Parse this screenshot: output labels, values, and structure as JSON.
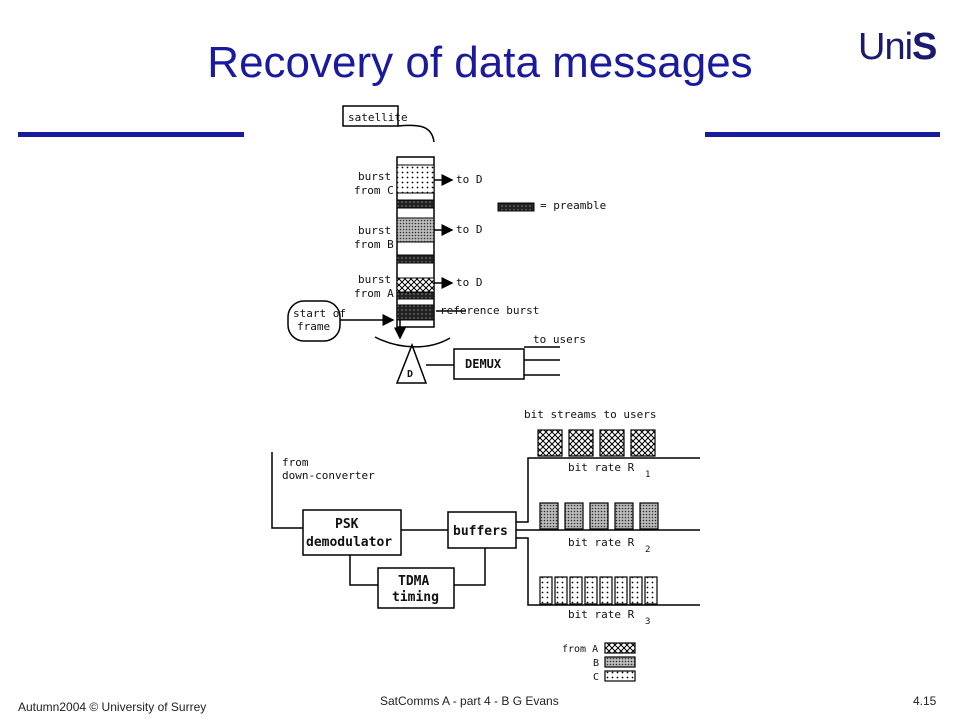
{
  "slide": {
    "title": "Recovery of data messages",
    "logo_text": "Uni",
    "logo_bold": "S"
  },
  "diagram_top": {
    "satellite": "satellite",
    "burst_c_1": "burst",
    "burst_c_2": "from C",
    "burst_b_1": "burst",
    "burst_b_2": "from B",
    "burst_a_1": "burst",
    "burst_a_2": "from A",
    "to_d": "to D",
    "preamble": "= preamble",
    "reference_burst": "reference burst",
    "start_1": "start of",
    "start_2": "frame",
    "d": "D",
    "demux": "DEMUX",
    "to_users": "to users"
  },
  "diagram_bottom": {
    "bit_streams": "bit streams to users",
    "from_1": "from",
    "from_2": "down-converter",
    "psk_1": "PSK",
    "psk_2": "demodulator",
    "buffers": "buffers",
    "tdma_1": "TDMA",
    "tdma_2": "timing",
    "bit_rate": "bit rate R",
    "sub_1": "1",
    "sub_2": "2",
    "sub_3": "3",
    "legend_a": "from A",
    "legend_b": "B",
    "legend_c": "C"
  },
  "footer": {
    "left": "Autumn2004 © University of Surrey",
    "center": "SatComms A - part 4 - B G Evans",
    "right": "4.15"
  },
  "colors": {
    "title": "#1a1a9e",
    "rule": "#1a1a9e"
  }
}
